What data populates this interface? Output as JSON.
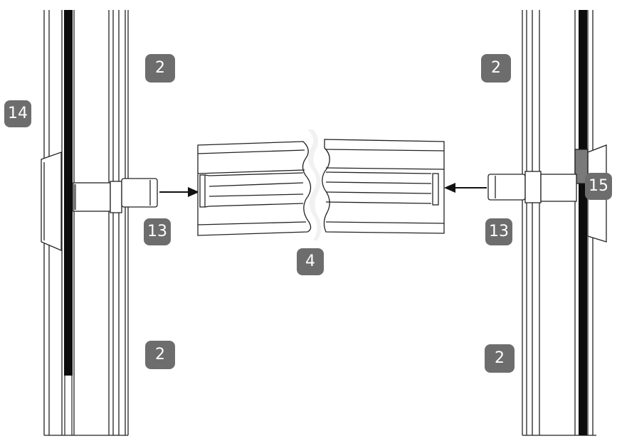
{
  "callouts": {
    "left_frame_top": "2",
    "left_frame_bottom": "2",
    "right_frame_top": "2",
    "right_frame_bottom": "2",
    "left_bracket": "14",
    "left_connector": "13",
    "right_connector": "13",
    "beam": "4",
    "right_bracket": "15"
  },
  "colors": {
    "callout_background": "#6d6d6d",
    "callout_text": "#ffffff",
    "line": "#222222",
    "seal": "#0d0d0d"
  }
}
